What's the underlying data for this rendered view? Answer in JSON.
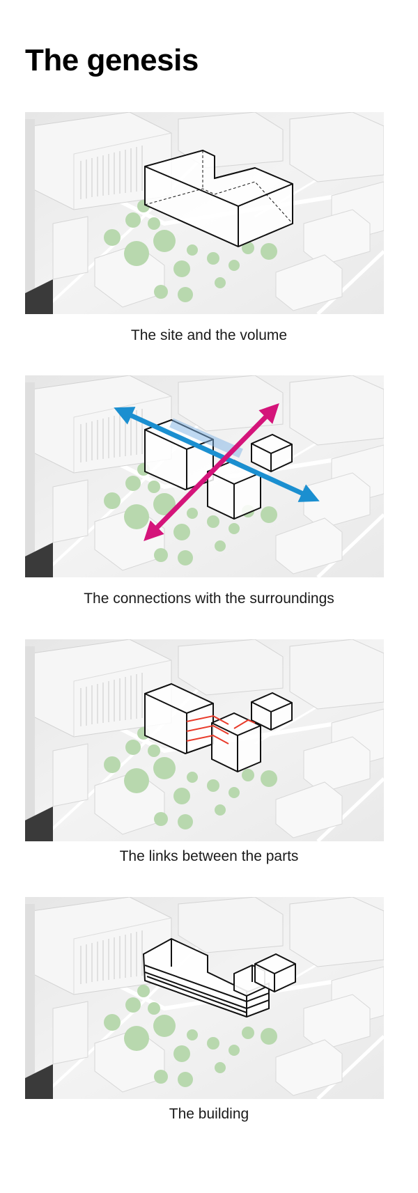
{
  "title": "The genesis",
  "colors": {
    "tree_green": "#b8d8ae",
    "arrow_blue": "#1b8fd0",
    "arrow_magenta": "#d4147a",
    "link_red": "#e83a2a",
    "outline": "#111111"
  },
  "panels": [
    {
      "caption": "The site and the volume"
    },
    {
      "caption": "The connections with the surroundings"
    },
    {
      "caption": "The links between the parts"
    },
    {
      "caption": "The building"
    }
  ]
}
